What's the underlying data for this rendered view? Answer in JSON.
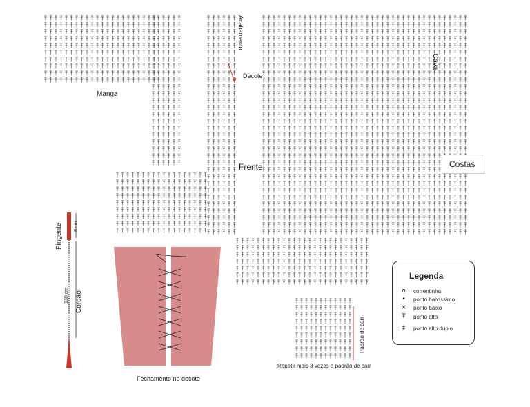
{
  "labels": {
    "manga": "Manga",
    "acabamento": "Acabamento",
    "decote": "Decote",
    "cava": "Cava",
    "frente": "Frente",
    "costas": "Costas",
    "pingente": "Pingente",
    "pingente_size": "8 cm",
    "cordao": "Cordão",
    "cordao_size": "130 cm",
    "fechamento": "Fechamento no decote",
    "padrao": "Padrão de carr",
    "repetir": "Repetir mais 3 vezes o padrão de carr"
  },
  "legend": {
    "title": "Legenda",
    "items": [
      {
        "symbol": "o",
        "label": "correntinha"
      },
      {
        "symbol": "•",
        "label": "ponto baixíssimo"
      },
      {
        "symbol": "×",
        "label": "ponto baixo"
      },
      {
        "symbol": "Ŧ",
        "label": "ponto alto"
      },
      {
        "symbol": "‡",
        "label": "ponto alto duplo"
      }
    ]
  },
  "colors": {
    "panel": "#d88b8b",
    "accent_red": "#c0392b",
    "stitch": "#444444"
  }
}
